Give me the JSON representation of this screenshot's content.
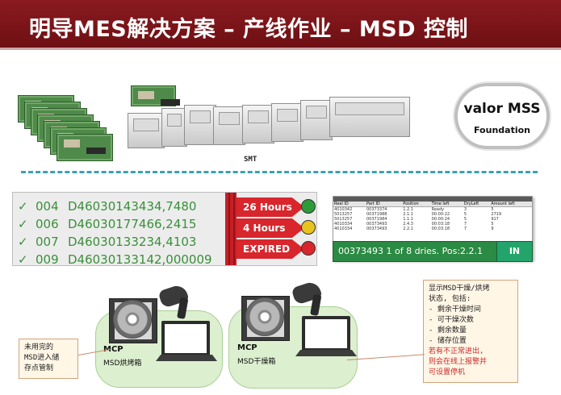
{
  "title": "明导MES解决方案 – 产线作业 – MSD 控制",
  "smt_label": "SMT",
  "logo": {
    "name": "valor MSS",
    "sub": "Foundation"
  },
  "msd_rows": [
    {
      "check": "✓",
      "code": "004",
      "id": "D46030143434,7480"
    },
    {
      "check": "✓",
      "code": "006",
      "id": "D46030177466,2415"
    },
    {
      "check": "✓",
      "code": "007",
      "id": "D46030133234,4103"
    },
    {
      "check": "✓",
      "code": "009",
      "id": "D46030133142,000009"
    }
  ],
  "arrows": [
    {
      "label": "26 Hours",
      "dot_color": "#2e9a3a",
      "icon": "ok-dot-icon"
    },
    {
      "label": "4 Hours",
      "dot_color": "#e8c21e",
      "icon": "warning-dot-icon"
    },
    {
      "label": "EXPIRED",
      "dot_color": "#d8262c",
      "icon": "expired-dot-icon"
    }
  ],
  "table": {
    "headers": [
      "Reel ID",
      "Part ID",
      "Position",
      "Time left",
      "DryLeft",
      "Amount left"
    ],
    "rows": [
      [
        "4010342",
        "00373374",
        "1.2.1",
        "Ready",
        "3",
        "5"
      ],
      [
        "5013257",
        "00371988",
        "2.1.1",
        "00:00:22",
        "5",
        "2719"
      ],
      [
        "5013257",
        "00371984",
        "1.1.1",
        "00:00:24",
        "5",
        "917"
      ],
      [
        "4010334",
        "00373493",
        "2.4.3",
        "00:03:18",
        "7",
        "5"
      ],
      [
        "4010334",
        "00373493",
        "2.2.1",
        "00:03:18",
        "7",
        "9"
      ]
    ]
  },
  "status_line": {
    "text": "00373493   1 of 8 dries.   Pos:2.2.1",
    "in_label": "IN"
  },
  "mcp_left": {
    "title": "MCP",
    "sub": "MSD烘烤箱"
  },
  "mcp_right": {
    "title": "MCP",
    "sub": "MSD干燥箱"
  },
  "note_left": [
    "未用完的",
    "MSD进入储",
    "存点管制"
  ],
  "note_right": {
    "lines": [
      "显示MSD干燥/烘烤",
      "状态, 包括:",
      "- 剩余干燥时间",
      "- 可干燥次数",
      "- 剩余数量",
      "- 储存位置"
    ],
    "red_lines": [
      "若有不正常进出,",
      "则会在线上报警并",
      "可设置停机"
    ]
  },
  "colors": {
    "title_bg": "#7a1419",
    "accent_green": "#3a8f3a",
    "alarm_red": "#d8262c",
    "divider": "#3aa1b5"
  }
}
